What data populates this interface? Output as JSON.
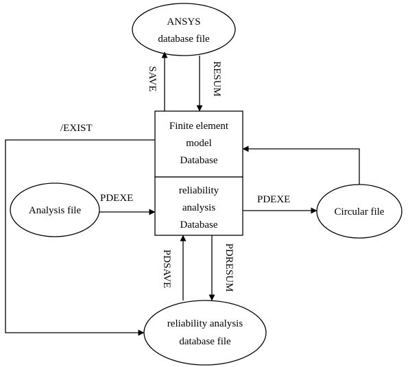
{
  "nodes": {
    "ansys_db": {
      "line1": "ANSYS",
      "line2": "database file"
    },
    "fem_db": {
      "line1": "Finite element",
      "line2": "model",
      "line3": "Database"
    },
    "rel_db": {
      "line1": "reliability",
      "line2": "analysis",
      "line3": "Database"
    },
    "analysis_file": {
      "label": "Analysis file"
    },
    "circular_file": {
      "label": "Circular file"
    },
    "rel_db_file": {
      "line1": "reliability analysis",
      "line2": "database file"
    }
  },
  "edges": {
    "save": "SAVE",
    "resum": "RESUM",
    "exist": "/EXIST",
    "pdexe_in": "PDEXE",
    "pdexe_out": "PDEXE",
    "pdsave": "PDSAVE",
    "pdresum": "PDRESUM"
  }
}
